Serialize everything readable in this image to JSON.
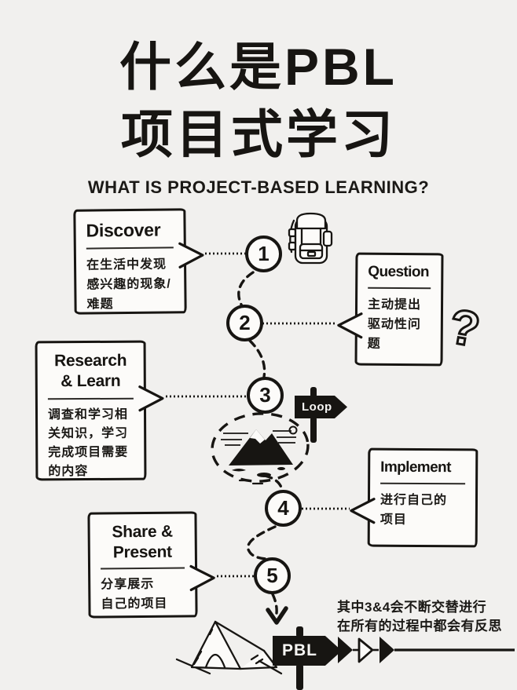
{
  "theme": {
    "background": "#f1f0ee",
    "ink": "#171512",
    "paper": "#fcfbf9"
  },
  "header": {
    "title_line1": "什么是PBL",
    "title_line2": "项目式学习",
    "subtitle": "WHAT IS PROJECT-BASED LEARNING?"
  },
  "flow": {
    "steps": [
      {
        "num": "1",
        "title": "Discover",
        "body": "在生活中发现\n感兴趣的现象/\n难题"
      },
      {
        "num": "2",
        "title": "Question",
        "body": "主动提出\n驱动性问题"
      },
      {
        "num": "3",
        "title": "Research\n& Learn",
        "body": "调查和学习相\n关知识，学习\n完成项目需要\n的内容"
      },
      {
        "num": "4",
        "title": "Implement",
        "body": "进行自己的\n项目"
      },
      {
        "num": "5",
        "title": "Share &\nPresent",
        "body": "分享展示\n自己的项目"
      }
    ]
  },
  "signs": {
    "loop_label": "Loop",
    "pbl_label": "PBL"
  },
  "icons": {
    "question_mark": "?"
  },
  "notes": {
    "line1": "其中3&4会不断交替进行",
    "line2": "在所有的过程中都会有反思"
  }
}
